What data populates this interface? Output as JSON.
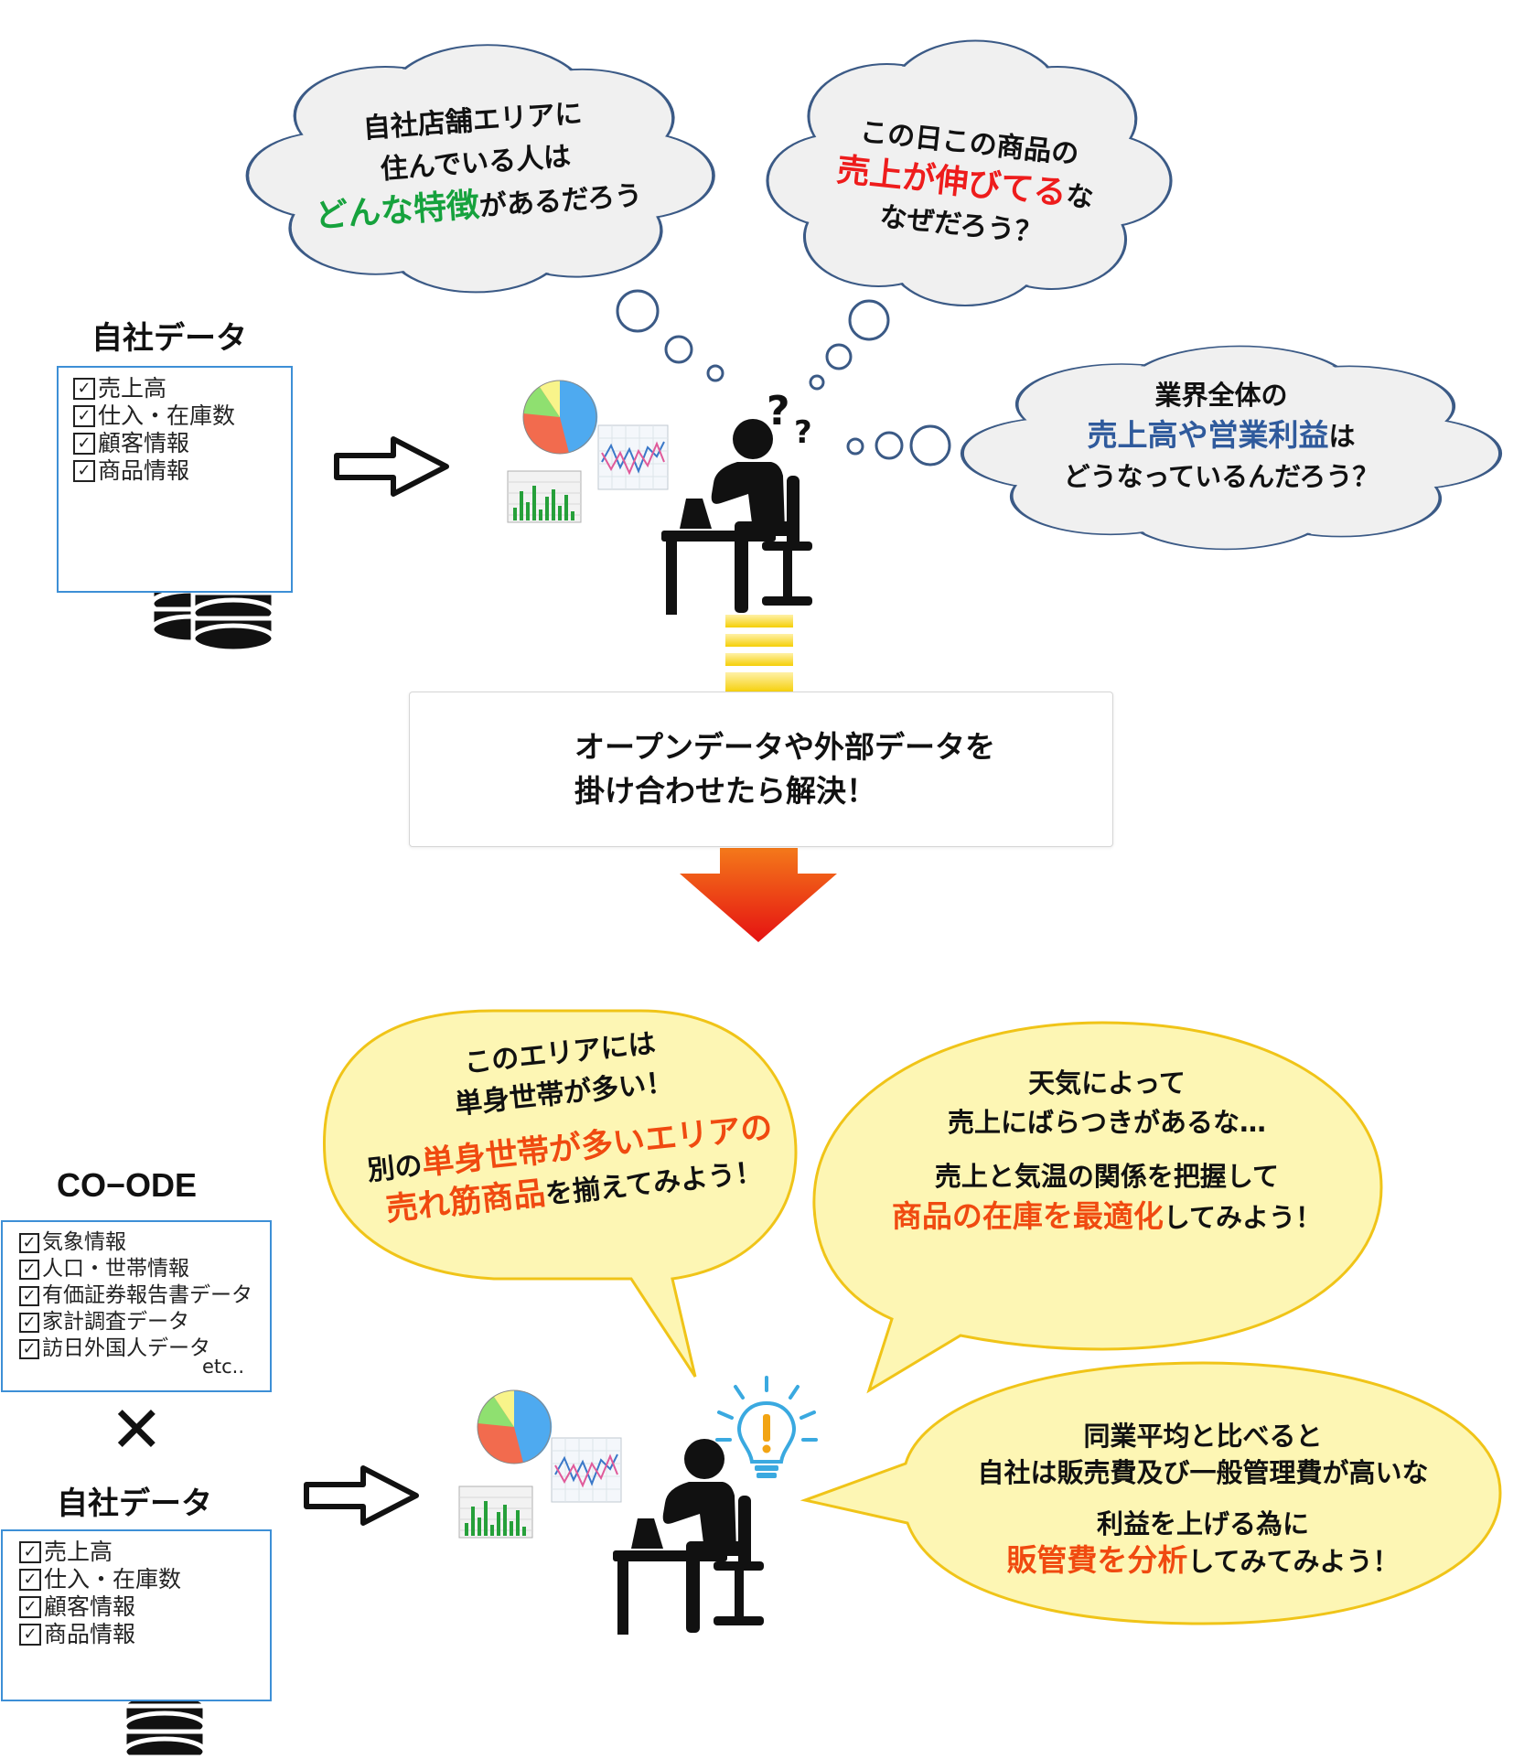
{
  "top_section": {
    "heading": "自社データ",
    "items": [
      "売上高",
      "仕入・在庫数",
      "顧客情報",
      "商品情報"
    ],
    "thoughts": {
      "area": {
        "line1": "自社店舗エリアに",
        "line2": "住んでいる人は",
        "highlight": "どんな特徴",
        "suffix": "があるだろう"
      },
      "product": {
        "line1": "この日この商品の",
        "highlight": "売上が伸びてる",
        "suffix": "な",
        "line3": "なぜだろう？"
      },
      "industry": {
        "line1": "業界全体の",
        "highlight": "売上高や営業利益",
        "suffix": "は",
        "line3": "どうなっているんだろう？"
      }
    },
    "question_marks": [
      "?",
      "?"
    ]
  },
  "callout": {
    "line1": "オープンデータや外部データを",
    "line2": "掛け合わせたら解決！"
  },
  "bottom_section": {
    "coode": {
      "heading": "CO−ODE",
      "items": [
        "気象情報",
        "人口・世帯情報",
        "有価証券報告書データ",
        "家計調査データ",
        "訪日外国人データ"
      ],
      "etc": "etc.."
    },
    "cross": "✕",
    "own": {
      "heading": "自社データ",
      "items": [
        "売上高",
        "仕入・在庫数",
        "顧客情報",
        "商品情報"
      ]
    },
    "insights": {
      "single": {
        "line1": "このエリアには",
        "line2": "単身世帯が多い！",
        "pre": "別の",
        "highlight1": "単身世帯が多いエリアの",
        "highlight2": "売れ筋商品",
        "suffix": "を揃えてみよう！"
      },
      "weather": {
        "line1": "天気によって",
        "line2": "売上にばらつきがあるな…",
        "line3": "売上と気温の関係を把握して",
        "highlight": "商品の在庫を最適化",
        "suffix": "してみよう！"
      },
      "cost": {
        "line1": "同業平均と比べると",
        "line2": "自社は販売費及び一般管理費が高いな",
        "line3": "利益を上げる為に",
        "highlight": "販管費を分析",
        "suffix": "してみてみよう！"
      }
    }
  },
  "colors": {
    "cloud_fill": "#f0f0f0",
    "cloud_stroke": "#3b5a86",
    "speech_fill": "#fdf6b4",
    "speech_stroke": "#f0c418",
    "box_border": "#3d8fd6",
    "green": "#16a23d",
    "red": "#ee1c1c",
    "blue": "#2f5a9c",
    "orange": "#f04a10",
    "bar_yellow": "#f7d417"
  }
}
